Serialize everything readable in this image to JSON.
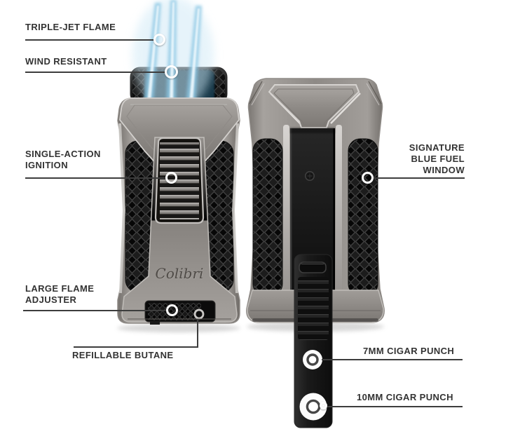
{
  "canvas": {
    "background": "#ffffff"
  },
  "product": {
    "brand_logo": "Colibri"
  },
  "annotations": {
    "triple_jet_flame": "TRIPLE-JET FLAME",
    "wind_resistant": "WIND RESISTANT",
    "single_action_ignition": "SINGLE-ACTION IGNITION",
    "large_flame_adjuster": "LARGE FLAME ADJUSTER",
    "refillable_butane": "REFILLABLE BUTANE",
    "signature_blue_fuel_window": "SIGNATURE BLUE FUEL WINDOW",
    "cigar_punch_7mm": "7MM CIGAR PUNCH",
    "cigar_punch_10mm": "10MM CIGAR PUNCH"
  },
  "colors": {
    "label_text": "#333333",
    "connector_line": "#3d3d3d",
    "marker_ring": "#ffffff",
    "flame_blue": "#9fd3ec",
    "metal_gunmetal": "#8b8783",
    "grip_black": "#151515",
    "punch_face_white": "#fcfcfc"
  }
}
